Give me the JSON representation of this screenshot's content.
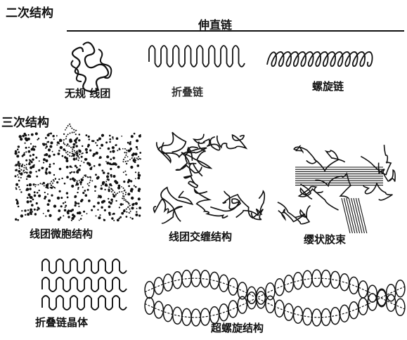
{
  "secondary": {
    "heading": "二次结构",
    "stretched_heading": "伸直链",
    "items": [
      {
        "label": "无规 线团"
      },
      {
        "label": "折叠链"
      },
      {
        "label": "螺旋链"
      }
    ]
  },
  "tertiary": {
    "heading": "三次结构",
    "items": [
      {
        "label": "线团微胞结构"
      },
      {
        "label": "线团交缠结构"
      },
      {
        "label": "缨状胶束"
      },
      {
        "label": "折叠链晶体"
      },
      {
        "label": "超螺旋结构"
      }
    ]
  },
  "colors": {
    "ink": "#111111",
    "paper": "#ffffff"
  }
}
